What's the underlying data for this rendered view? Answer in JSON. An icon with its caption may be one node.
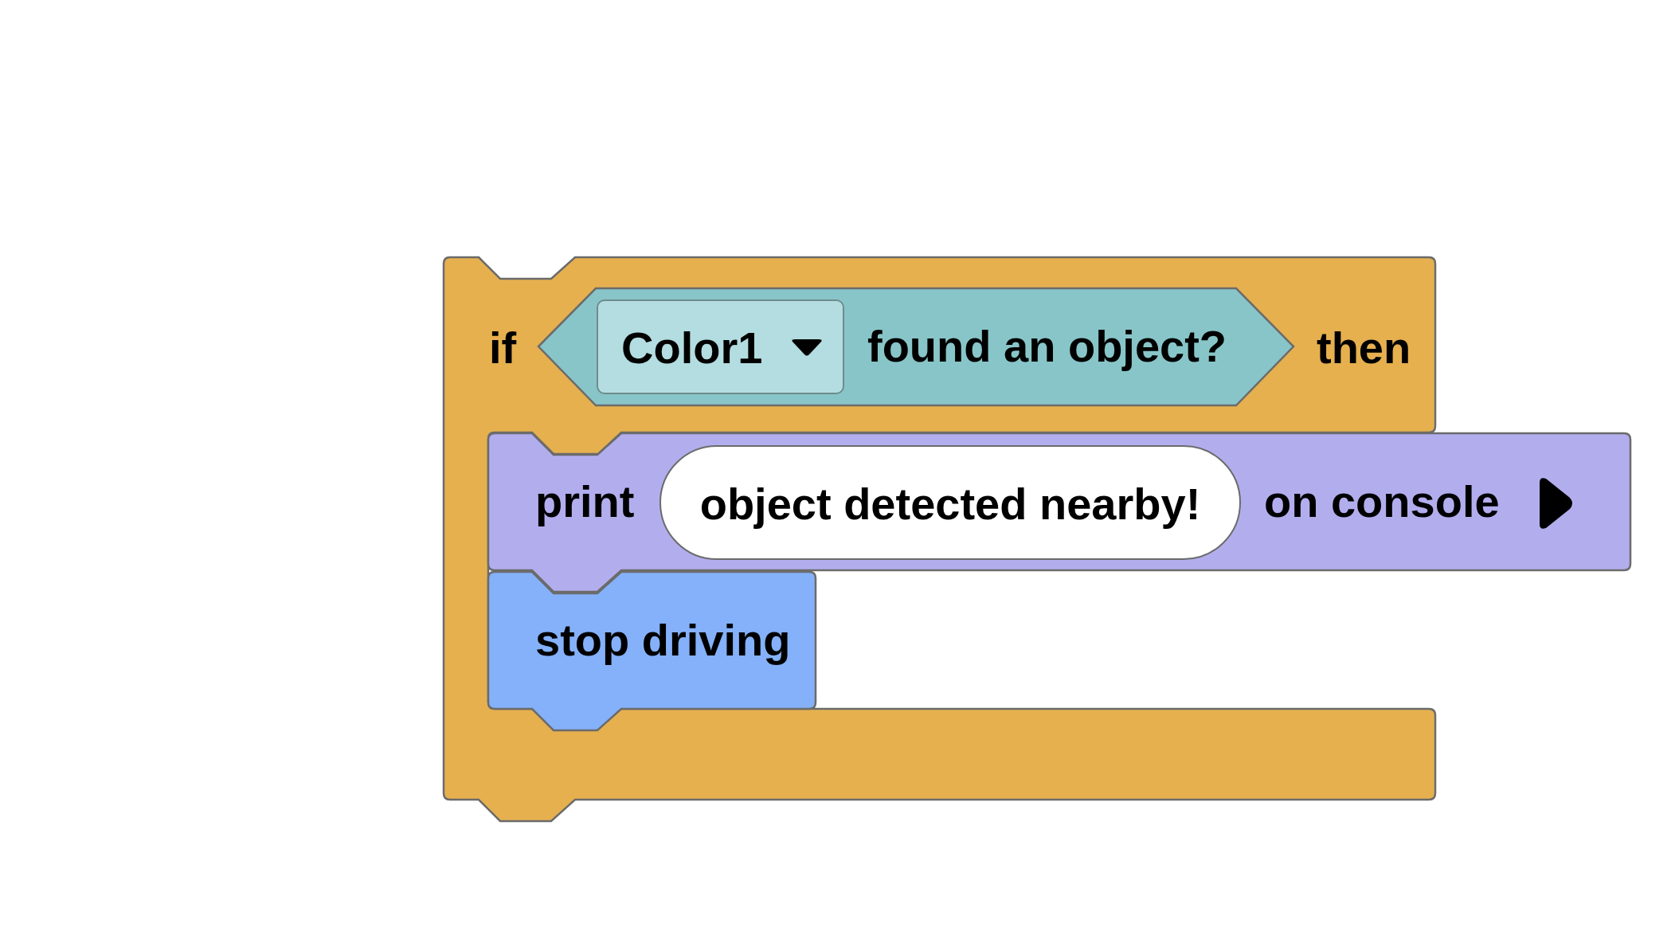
{
  "diagram": {
    "nodes": [
      {
        "text": [
          "if",
          "then"
        ]
      },
      {
        "text": [
          "found an object?"
        ],
        "in": 0
      },
      {
        "text": [
          "Color1"
        ],
        "in": 1
      },
      {
        "text": [
          "print",
          "on console"
        ]
      },
      {
        "text": [
          "object detected nearby!"
        ],
        "in": 3
      },
      {
        "text": [
          "stop driving"
        ],
        "in": 0
      }
    ]
  }
}
